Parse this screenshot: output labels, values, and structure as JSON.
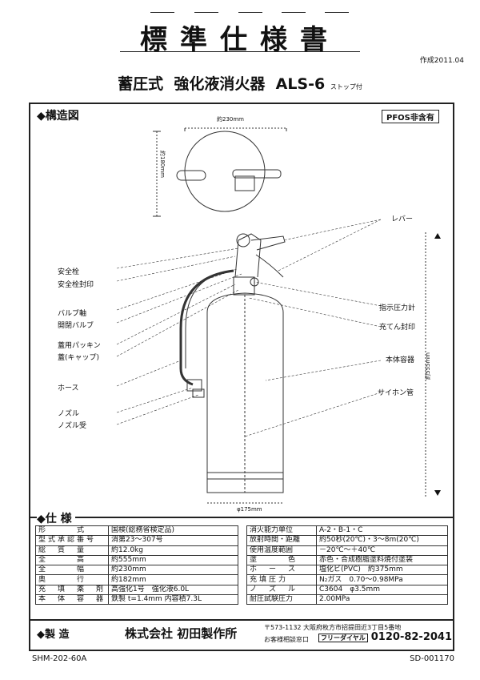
{
  "doc": {
    "title": "標準仕様書",
    "date": "作成2011.04",
    "product_type": "蓄圧式",
    "product_name": "強化液消火器",
    "model": "ALS-6",
    "model_suffix": "ストップ付",
    "pfos_badge": "PFOS非含有"
  },
  "structure": {
    "heading": "◆構造図",
    "dims": {
      "width_top": "約230mm",
      "depth": "約180mm",
      "height": "約555mm",
      "diameter": "φ175mm"
    },
    "left_labels": [
      "安全栓",
      "安全栓封印",
      "バルブ軸",
      "開閉バルブ",
      "蓋用パッキン",
      "蓋(キャップ)",
      "ホース",
      "ノズル",
      "ノズル受"
    ],
    "right_labels": [
      "レバー",
      "指示圧力計",
      "充てん封印",
      "本体容器",
      "サイホン管"
    ]
  },
  "spec": {
    "heading": "◆仕 様",
    "left_rows": [
      {
        "k": "形　　　式",
        "v": "国検(総務省検定品)"
      },
      {
        "k": "型式承認番号",
        "v": "消第23～307号"
      },
      {
        "k": "総　質　量",
        "v": "約12.0kg"
      },
      {
        "k": "全　　　高",
        "v": "約555mm"
      },
      {
        "k": "全　　　幅",
        "v": "約230mm"
      },
      {
        "k": "奥　　　行",
        "v": "約182mm"
      },
      {
        "k": "充　填　薬　剤",
        "v": "高強化1号　強化液6.0L"
      },
      {
        "k": "本　体　容　器",
        "v": "鉄製 t=1.4mm 内容積7.3L"
      }
    ],
    "right_rows": [
      {
        "k": "消火能力単位",
        "v": "A-2・B-1・C"
      },
      {
        "k": "放射時間・距離",
        "v": "約50秒(20℃)・3～8m(20℃)"
      },
      {
        "k": "使用温度範囲",
        "v": "－20℃～＋40℃"
      },
      {
        "k": "塗　　　色",
        "v": "赤色・合成樹脂塗料焼付塗装"
      },
      {
        "k": "ホ　ー　ス",
        "v": "塩化ビ(PVC)　約375mm"
      },
      {
        "k": "充填圧力",
        "v": "N₂ガス　0.70～0.98MPa"
      },
      {
        "k": "ノ　ズ　ル",
        "v": "C3604　φ3.5mm"
      },
      {
        "k": "耐圧試験圧力",
        "v": "2.00MPa"
      }
    ]
  },
  "maker": {
    "heading": "◆製 造",
    "company": "株式会社 初田製作所",
    "address": "〒573-1132 大阪府枚方市招提田近3丁目5番地",
    "contact_label": "お客様相談窓口",
    "free_dial_label": "フリーダイヤル",
    "phone": "0120-82-2041"
  },
  "footer": {
    "left_code": "SHM-202-60A",
    "right_code": "SD-001170"
  }
}
